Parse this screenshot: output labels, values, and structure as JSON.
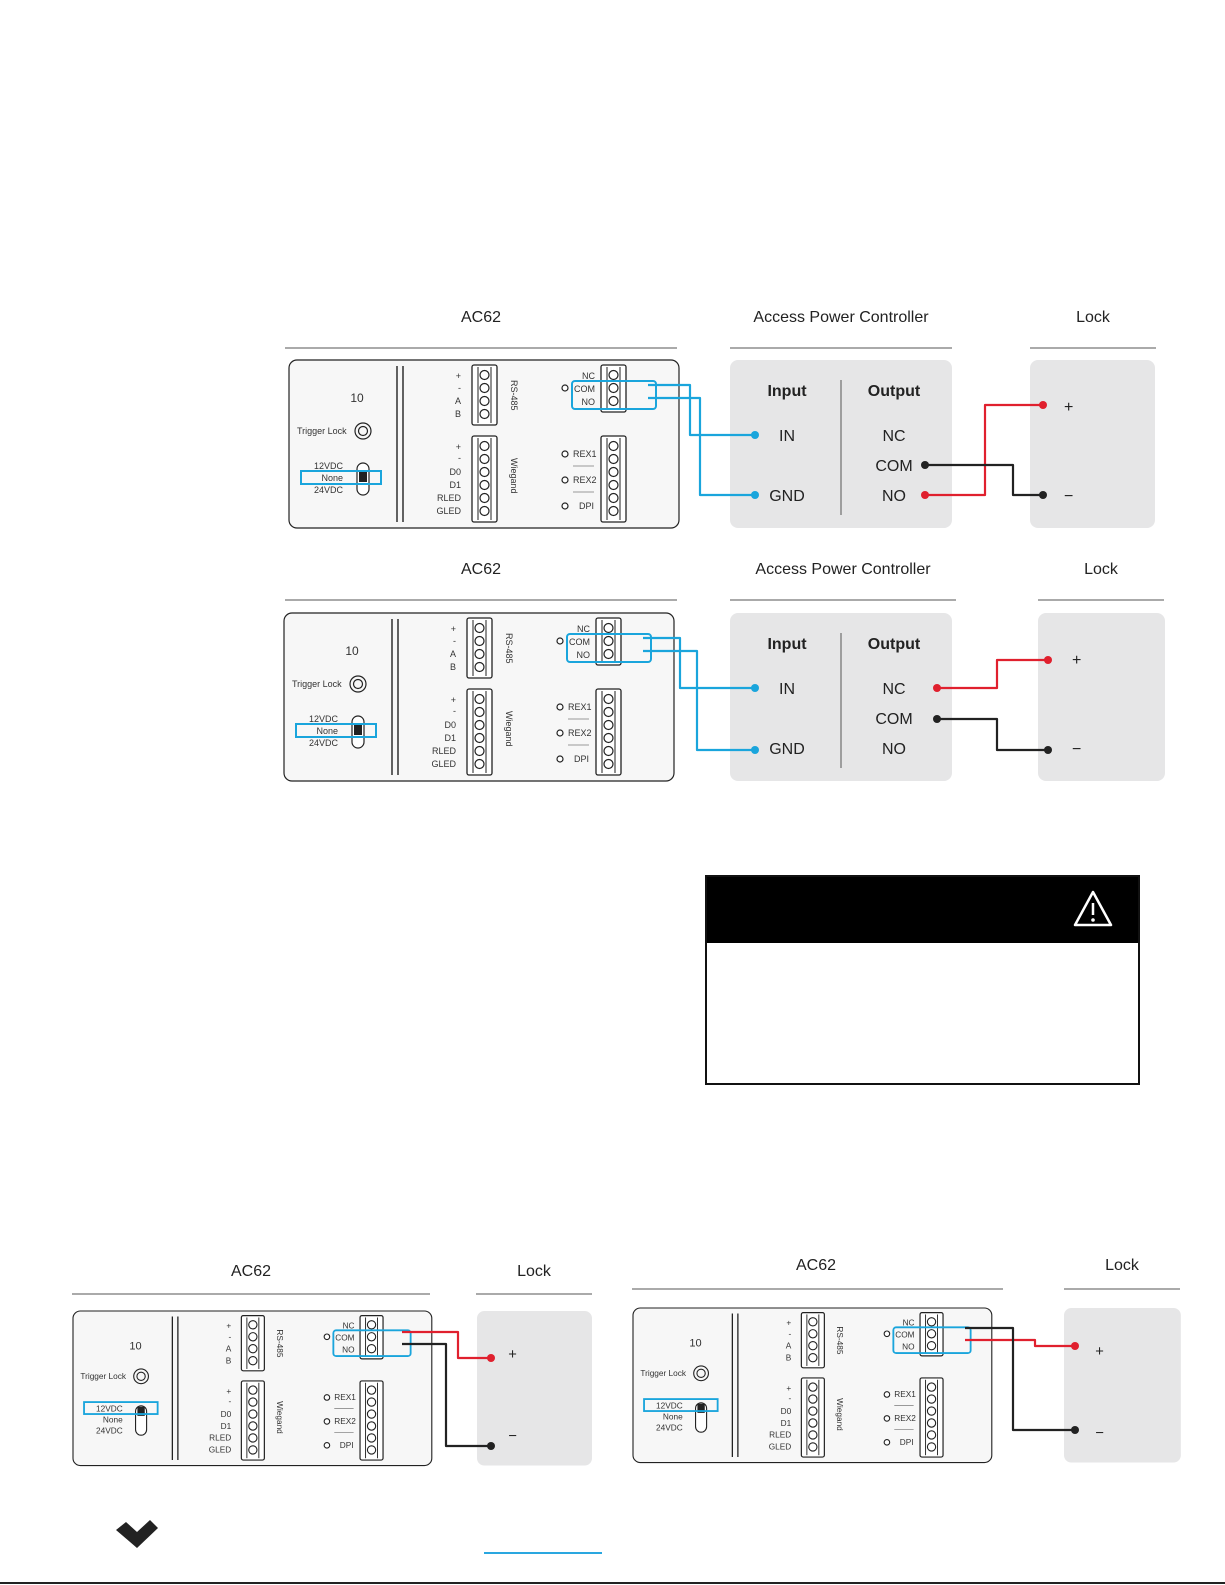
{
  "colors": {
    "blue": "#1aa5dc",
    "red": "#e0202e",
    "black": "#222222",
    "panel": "#e6e6e7"
  },
  "text": {
    "ac62": "AC62",
    "apc": "Access Power Controller",
    "lock": "Lock",
    "input": "Input",
    "output": "Output",
    "in": "IN",
    "gnd": "GND",
    "nc": "NC",
    "com": "COM",
    "no": "NO",
    "plus": "+",
    "minus": "−",
    "ten": "10",
    "trigger": "Trigger Lock",
    "v12": "12VDC",
    "none": "None",
    "v24": "24VDC",
    "rs485": "RS-485",
    "wiegand": "Wiegand",
    "rex1": "REX1",
    "rex2": "REX2",
    "dpi": "DPI",
    "d0": "D0",
    "d1": "D1",
    "rled": "RLED",
    "gled": "GLED",
    "a": "A",
    "b": "B",
    "dash": "-"
  },
  "warning": {
    "icon": "warning-triangle-icon"
  },
  "footer": {
    "logo": "company-logo-icon"
  }
}
